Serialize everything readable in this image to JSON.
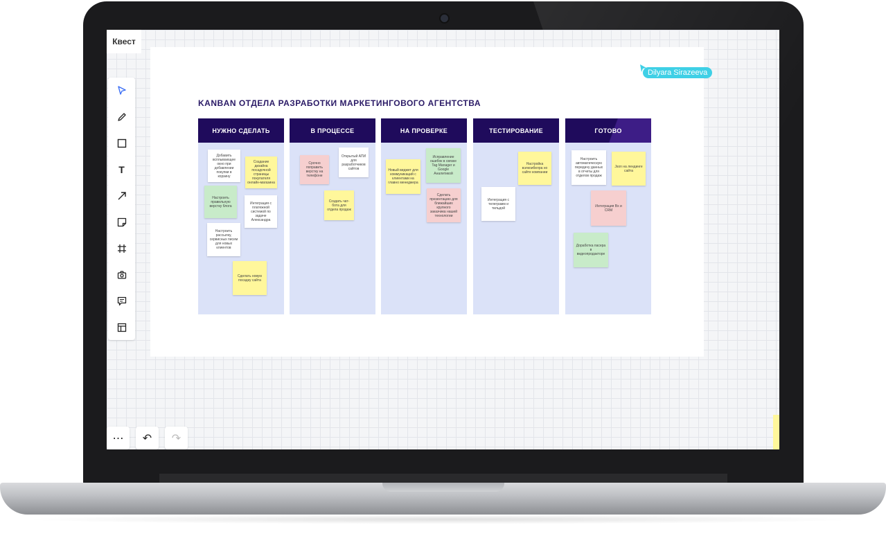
{
  "board": {
    "title": "Квест"
  },
  "collaborator": {
    "name": "Dilyara Sirazeeva",
    "color": "#3fd0e6"
  },
  "kanban": {
    "title": "KANBAN ОТДЕЛА РАЗРАБОТКИ МАРКЕТИНГОВОГО АГЕНТСТВА",
    "columns": [
      {
        "header": "НУЖНО СДЕЛАТЬ",
        "cards": [
          {
            "text": "Добавить всплывающее окно при добавлении покупки в корзину",
            "color": "white"
          },
          {
            "text": "Создание дизайна посадочной страницы покупателя онлайн-магазина",
            "color": "yellow"
          },
          {
            "text": "Настроить правильную верстку блога",
            "color": "green"
          },
          {
            "text": "Интеграция с платежной системой по задаче Александра",
            "color": "white"
          },
          {
            "text": "Настроить рассылку, сервисных писем для новых клиентов",
            "color": "white"
          },
          {
            "text": "Сделать новую посадку сайта",
            "color": "yellow"
          }
        ]
      },
      {
        "header": "В ПРОЦЕССЕ",
        "cards": [
          {
            "text": "Срочно поправить верстку на телефоне",
            "color": "pink"
          },
          {
            "text": "Открытый АПИ для разработчиков сайтов",
            "color": "white"
          },
          {
            "text": "Создать чат-бота для отдела продаж",
            "color": "yellow"
          }
        ]
      },
      {
        "header": "НА ПРОВЕРКЕ",
        "cards": [
          {
            "text": "Новый виджет для коммуникаций с клиентами на главно менеджера",
            "color": "yellow"
          },
          {
            "text": "Исправление ошибок в связке Tag Manager и Google Аналитикой",
            "color": "green"
          },
          {
            "text": "Сделать презентацию для ближайших крупного заказчика нашей технологии",
            "color": "pink"
          }
        ]
      },
      {
        "header": "ТЕСТИРОВАНИЕ",
        "cards": [
          {
            "text": "Настройка вэлкоибелра но сайте компании",
            "color": "yellow"
          },
          {
            "text": "Интеграция с телеграмм и тильдой",
            "color": "white"
          }
        ]
      },
      {
        "header": "ГОТОВО",
        "cards": [
          {
            "text": "Настроить автоматическую передачу данных в отчеты для отделов продаж",
            "color": "white"
          },
          {
            "text": "Json на лендинге сайта",
            "color": "yellow"
          },
          {
            "text": "Интеграция Bx и CRM",
            "color": "pink"
          },
          {
            "text": "Доработка пасера в видеопродакторе",
            "color": "green"
          }
        ]
      }
    ]
  },
  "toolbar": {
    "tools": [
      "select-icon",
      "pen-icon",
      "rectangle-icon",
      "text-icon",
      "arrow-icon",
      "sticky-note-icon",
      "frame-icon",
      "camera-icon",
      "comment-icon",
      "template-icon"
    ],
    "text_tool_glyph": "T"
  },
  "bottom_controls": {
    "more": "⋯",
    "undo": "↶",
    "redo": "↷"
  },
  "colors": {
    "header": "#1f0b5c",
    "column_bg": "#dbe2f8",
    "sticky_white": "#ffffff",
    "sticky_yellow": "#fff79b",
    "sticky_green": "#c8ebc9",
    "sticky_pink": "#f6cfcf"
  }
}
